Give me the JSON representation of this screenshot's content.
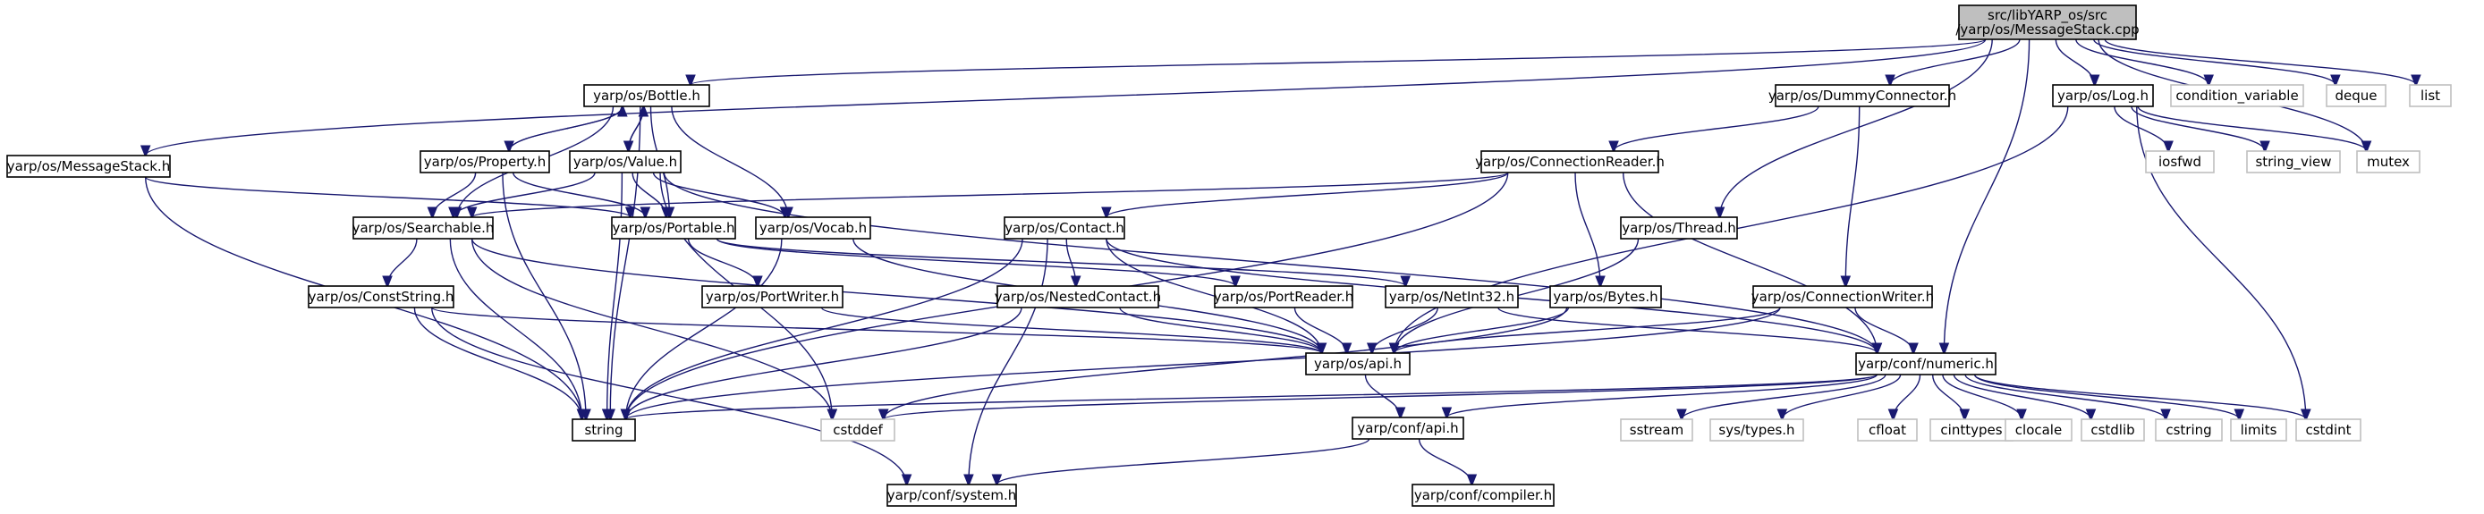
{
  "root": {
    "line1": "src/libYARP_os/src",
    "line2": "/yarp/os/MessageStack.cpp"
  },
  "nodes": [
    {
      "id": "bottle",
      "label": "yarp/os/Bottle.h"
    },
    {
      "id": "messagestack",
      "label": "yarp/os/MessageStack.h"
    },
    {
      "id": "dummyconnector",
      "label": "yarp/os/DummyConnector.h"
    },
    {
      "id": "log",
      "label": "yarp/os/Log.h"
    },
    {
      "id": "property",
      "label": "yarp/os/Property.h"
    },
    {
      "id": "value",
      "label": "yarp/os/Value.h"
    },
    {
      "id": "connectionreader",
      "label": "yarp/os/ConnectionReader.h"
    },
    {
      "id": "searchable",
      "label": "yarp/os/Searchable.h"
    },
    {
      "id": "portable",
      "label": "yarp/os/Portable.h"
    },
    {
      "id": "vocab",
      "label": "yarp/os/Vocab.h"
    },
    {
      "id": "contact",
      "label": "yarp/os/Contact.h"
    },
    {
      "id": "thread",
      "label": "yarp/os/Thread.h"
    },
    {
      "id": "conststring",
      "label": "yarp/os/ConstString.h"
    },
    {
      "id": "portwriter",
      "label": "yarp/os/PortWriter.h"
    },
    {
      "id": "portreader",
      "label": "yarp/os/PortReader.h"
    },
    {
      "id": "nestedcontact",
      "label": "yarp/os/NestedContact.h"
    },
    {
      "id": "netint32",
      "label": "yarp/os/NetInt32.h"
    },
    {
      "id": "bytes",
      "label": "yarp/os/Bytes.h"
    },
    {
      "id": "connectionwriter",
      "label": "yarp/os/ConnectionWriter.h"
    },
    {
      "id": "api",
      "label": "yarp/os/api.h"
    },
    {
      "id": "numeric",
      "label": "yarp/conf/numeric.h"
    },
    {
      "id": "confapi",
      "label": "yarp/conf/api.h"
    },
    {
      "id": "system",
      "label": "yarp/conf/system.h"
    },
    {
      "id": "compiler",
      "label": "yarp/conf/compiler.h"
    },
    {
      "id": "string",
      "label": "string"
    },
    {
      "id": "cstddef",
      "label": "cstddef",
      "external": true
    },
    {
      "id": "condvar",
      "label": "condition_variable",
      "external": true
    },
    {
      "id": "deque",
      "label": "deque",
      "external": true
    },
    {
      "id": "list",
      "label": "list",
      "external": true
    },
    {
      "id": "iosfwd",
      "label": "iosfwd",
      "external": true
    },
    {
      "id": "string_view",
      "label": "string_view",
      "external": true
    },
    {
      "id": "mutex",
      "label": "mutex",
      "external": true
    },
    {
      "id": "sstream",
      "label": "sstream",
      "external": true
    },
    {
      "id": "systypes",
      "label": "sys/types.h",
      "external": true
    },
    {
      "id": "cfloat",
      "label": "cfloat",
      "external": true
    },
    {
      "id": "cinttypes",
      "label": "cinttypes",
      "external": true
    },
    {
      "id": "clocale",
      "label": "clocale",
      "external": true
    },
    {
      "id": "cstdlib",
      "label": "cstdlib",
      "external": true
    },
    {
      "id": "cstring",
      "label": "cstring",
      "external": true
    },
    {
      "id": "limits",
      "label": "limits",
      "external": true
    },
    {
      "id": "cstdint",
      "label": "cstdint",
      "external": true
    }
  ],
  "edges": [
    [
      "root",
      "bottle"
    ],
    [
      "root",
      "messagestack"
    ],
    [
      "root",
      "dummyconnector"
    ],
    [
      "root",
      "log"
    ],
    [
      "root",
      "thread"
    ],
    [
      "root",
      "numeric"
    ],
    [
      "root",
      "condvar"
    ],
    [
      "root",
      "deque"
    ],
    [
      "root",
      "list"
    ],
    [
      "root",
      "mutex"
    ],
    [
      "bottle",
      "property"
    ],
    [
      "bottle",
      "value"
    ],
    [
      "bottle",
      "searchable"
    ],
    [
      "bottle",
      "portable"
    ],
    [
      "bottle",
      "vocab"
    ],
    [
      "bottle",
      "string"
    ],
    [
      "property",
      "bottle"
    ],
    [
      "property",
      "searchable"
    ],
    [
      "property",
      "portable"
    ],
    [
      "property",
      "string"
    ],
    [
      "value",
      "bottle"
    ],
    [
      "value",
      "searchable"
    ],
    [
      "value",
      "portable"
    ],
    [
      "value",
      "vocab"
    ],
    [
      "value",
      "string"
    ],
    [
      "value",
      "cstddef"
    ],
    [
      "value",
      "numeric"
    ],
    [
      "messagestack",
      "portable"
    ],
    [
      "messagestack",
      "string"
    ],
    [
      "dummyconnector",
      "connectionreader"
    ],
    [
      "dummyconnector",
      "connectionwriter"
    ],
    [
      "connectionreader",
      "searchable"
    ],
    [
      "connectionreader",
      "contact"
    ],
    [
      "connectionreader",
      "bytes"
    ],
    [
      "connectionreader",
      "numeric"
    ],
    [
      "connectionreader",
      "string"
    ],
    [
      "searchable",
      "conststring"
    ],
    [
      "searchable",
      "api"
    ],
    [
      "searchable",
      "string"
    ],
    [
      "searchable",
      "cstddef"
    ],
    [
      "portable",
      "portwriter"
    ],
    [
      "portable",
      "portreader"
    ],
    [
      "vocab",
      "api"
    ],
    [
      "vocab",
      "string"
    ],
    [
      "contact",
      "nestedcontact"
    ],
    [
      "contact",
      "api"
    ],
    [
      "contact",
      "string"
    ],
    [
      "contact",
      "system"
    ],
    [
      "contact",
      "numeric"
    ],
    [
      "conststring",
      "api"
    ],
    [
      "conststring",
      "string"
    ],
    [
      "conststring",
      "system"
    ],
    [
      "portwriter",
      "api"
    ],
    [
      "portreader",
      "api"
    ],
    [
      "nestedcontact",
      "api"
    ],
    [
      "nestedcontact",
      "string"
    ],
    [
      "netint32",
      "api"
    ],
    [
      "netint32",
      "numeric"
    ],
    [
      "bytes",
      "api"
    ],
    [
      "bytes",
      "cstddef"
    ],
    [
      "connectionwriter",
      "api"
    ],
    [
      "connectionwriter",
      "numeric"
    ],
    [
      "connectionwriter",
      "string"
    ],
    [
      "thread",
      "api"
    ],
    [
      "log",
      "api"
    ],
    [
      "log",
      "iosfwd"
    ],
    [
      "log",
      "string_view"
    ],
    [
      "log",
      "mutex"
    ],
    [
      "log",
      "cstdint"
    ],
    [
      "api",
      "confapi"
    ],
    [
      "confapi",
      "system"
    ],
    [
      "confapi",
      "compiler"
    ],
    [
      "numeric",
      "string"
    ],
    [
      "numeric",
      "cstddef"
    ],
    [
      "numeric",
      "confapi"
    ],
    [
      "numeric",
      "sstream"
    ],
    [
      "numeric",
      "systypes"
    ],
    [
      "numeric",
      "cfloat"
    ],
    [
      "numeric",
      "cinttypes"
    ],
    [
      "numeric",
      "clocale"
    ],
    [
      "numeric",
      "cstdlib"
    ],
    [
      "numeric",
      "cstring"
    ],
    [
      "numeric",
      "limits"
    ],
    [
      "numeric",
      "cstdint"
    ],
    [
      "portable",
      "netint32"
    ]
  ]
}
